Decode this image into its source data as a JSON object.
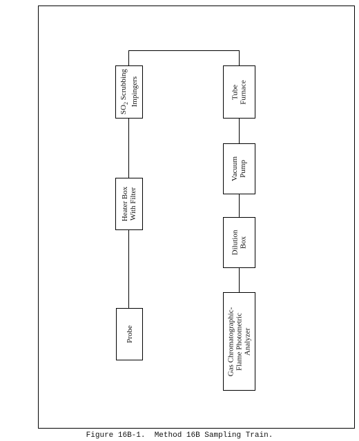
{
  "diagram": {
    "nodes": {
      "so2_scrubbing_impingers": {
        "label_main": "SO",
        "label_sub": "2",
        "label_rest": " Scrubbing",
        "label_line2": "Impingers"
      },
      "heater_box": {
        "line1": "Heater Box",
        "line2": "With Filter"
      },
      "probe": {
        "line1": "Probe"
      },
      "tube_furnace": {
        "line1": "Tube",
        "line2": "Furnace"
      },
      "vacuum_pump": {
        "line1": "Vacuum",
        "line2": "Pump"
      },
      "dilution_box": {
        "line1": "Dilution",
        "line2": "Box"
      },
      "gc_fpd_analyzer": {
        "line1": "Gas Chromatographic-",
        "line2": "Flame Photometric",
        "line3": "Analyzer"
      }
    },
    "caption": "Figure 16B-1.  Method 16B Sampling Train."
  }
}
